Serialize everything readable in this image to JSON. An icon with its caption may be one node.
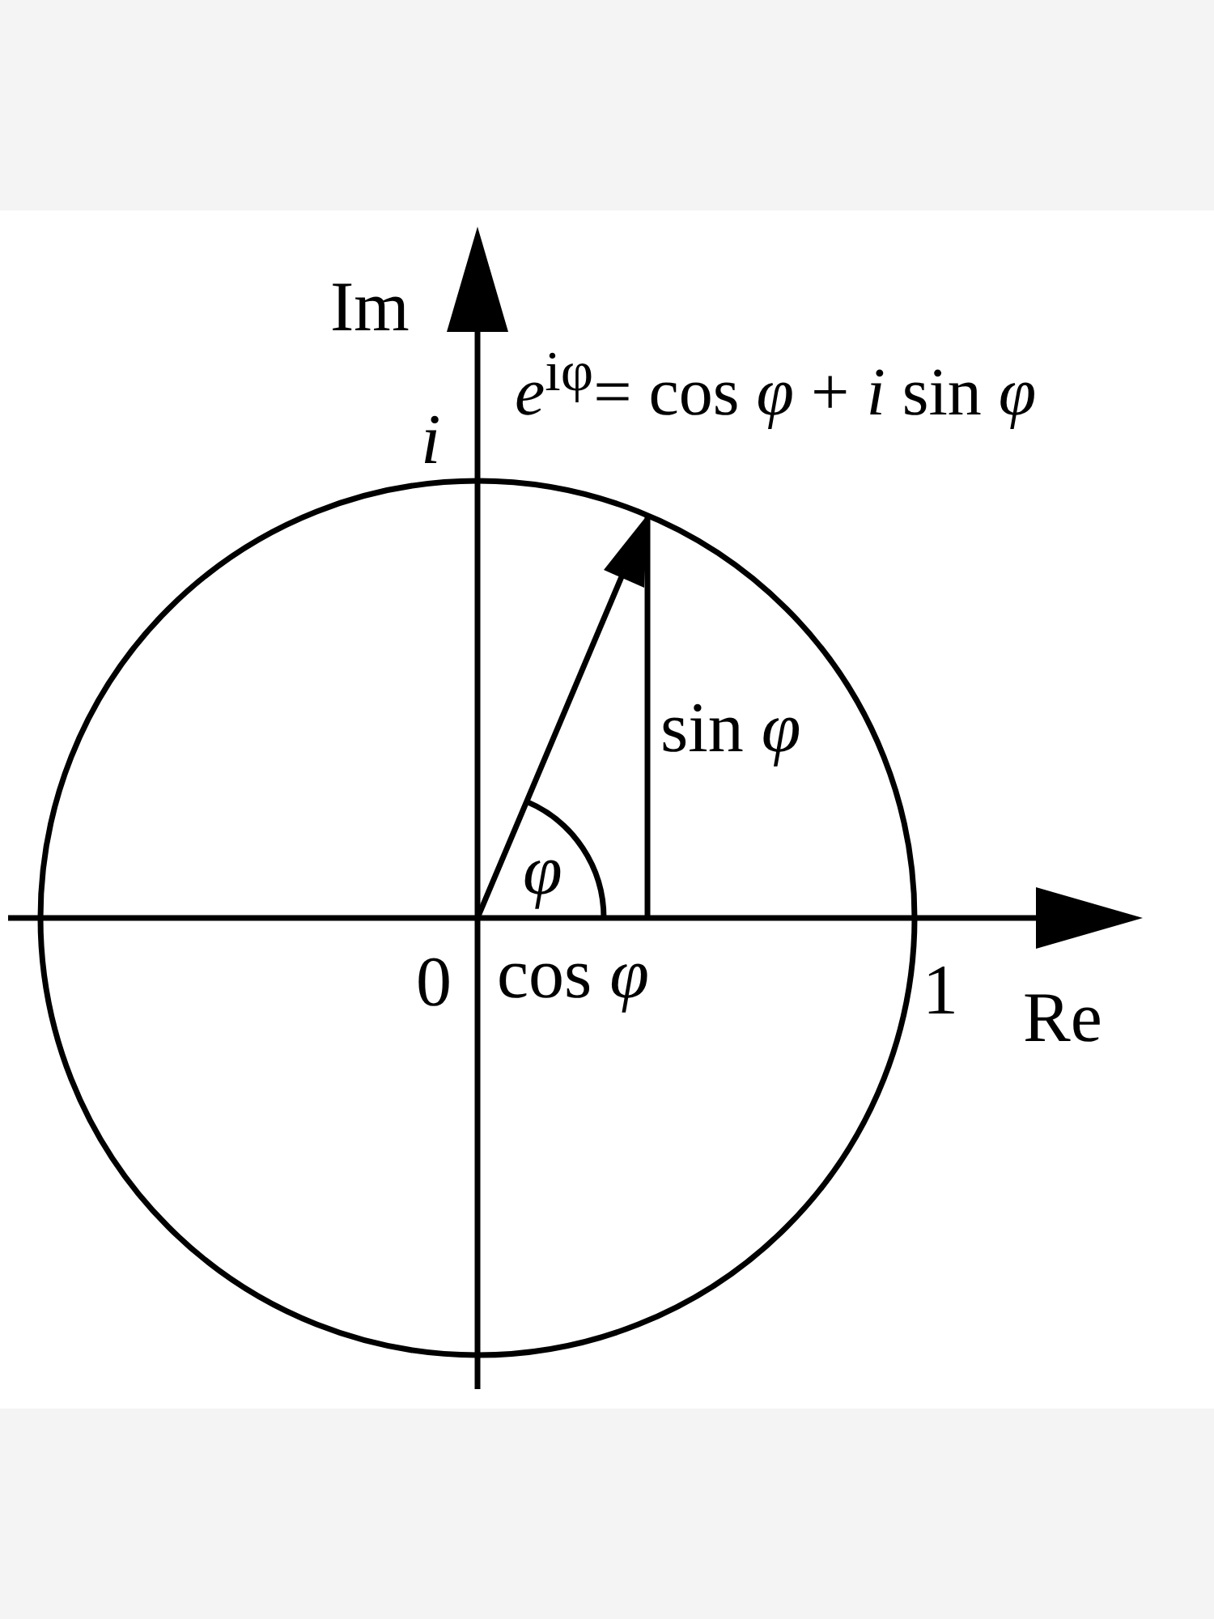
{
  "diagram": {
    "labels": [
      "Im",
      "*e*$^{iφ}$= cos *φ* + *i* sin *φ*",
      "i",
      "sin *φ*",
      "φ",
      "0",
      "cos *φ*",
      "1",
      "Re"
    ]
  }
}
